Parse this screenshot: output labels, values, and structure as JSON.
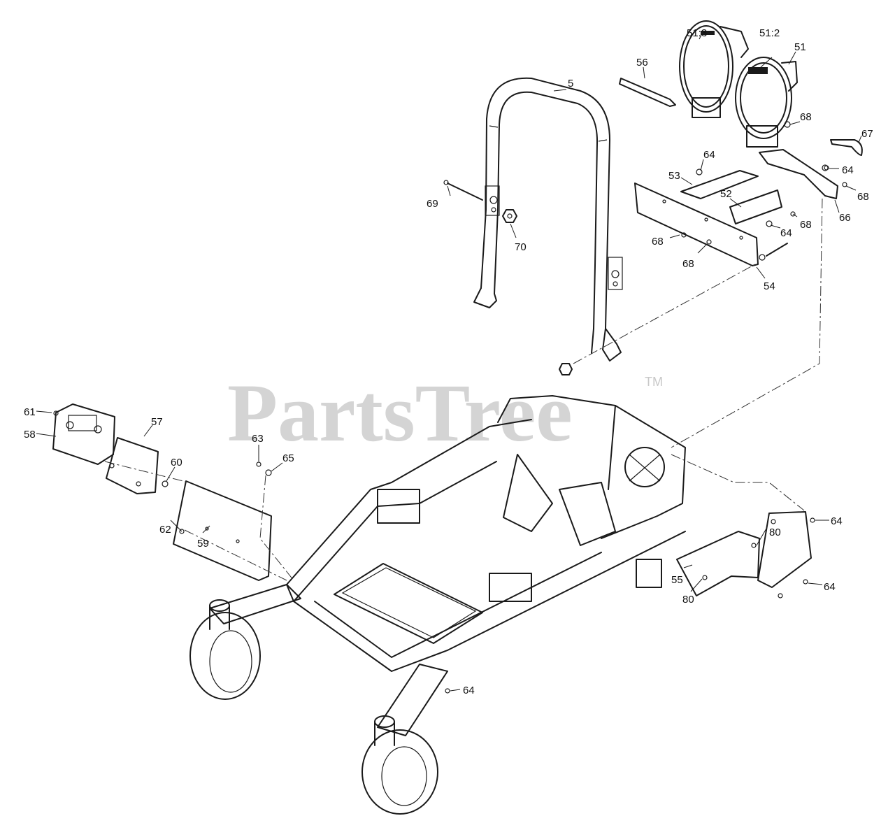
{
  "watermark": {
    "text": "PartsTree",
    "trademark": "TM"
  },
  "callouts": [
    {
      "id": "c-51-3",
      "label": "51:3"
    },
    {
      "id": "c-51-2",
      "label": "51:2"
    },
    {
      "id": "c-51",
      "label": "51"
    },
    {
      "id": "c-56",
      "label": "56"
    },
    {
      "id": "c-5",
      "label": "5"
    },
    {
      "id": "c-68a",
      "label": "68"
    },
    {
      "id": "c-67",
      "label": "67"
    },
    {
      "id": "c-64a",
      "label": "64"
    },
    {
      "id": "c-64b",
      "label": "64"
    },
    {
      "id": "c-53",
      "label": "53"
    },
    {
      "id": "c-52",
      "label": "52"
    },
    {
      "id": "c-68b",
      "label": "68"
    },
    {
      "id": "c-66",
      "label": "66"
    },
    {
      "id": "c-68c",
      "label": "68"
    },
    {
      "id": "c-64c",
      "label": "64"
    },
    {
      "id": "c-68d",
      "label": "68"
    },
    {
      "id": "c-68e",
      "label": "68"
    },
    {
      "id": "c-69",
      "label": "69"
    },
    {
      "id": "c-70",
      "label": "70"
    },
    {
      "id": "c-54",
      "label": "54"
    },
    {
      "id": "c-61",
      "label": "61"
    },
    {
      "id": "c-58",
      "label": "58"
    },
    {
      "id": "c-57",
      "label": "57"
    },
    {
      "id": "c-60",
      "label": "60"
    },
    {
      "id": "c-63",
      "label": "63"
    },
    {
      "id": "c-65",
      "label": "65"
    },
    {
      "id": "c-62",
      "label": "62"
    },
    {
      "id": "c-59",
      "label": "59"
    },
    {
      "id": "c-64d",
      "label": "64"
    },
    {
      "id": "c-80a",
      "label": "80"
    },
    {
      "id": "c-55",
      "label": "55"
    },
    {
      "id": "c-80b",
      "label": "80"
    },
    {
      "id": "c-64e",
      "label": "64"
    },
    {
      "id": "c-64f",
      "label": "64"
    }
  ]
}
